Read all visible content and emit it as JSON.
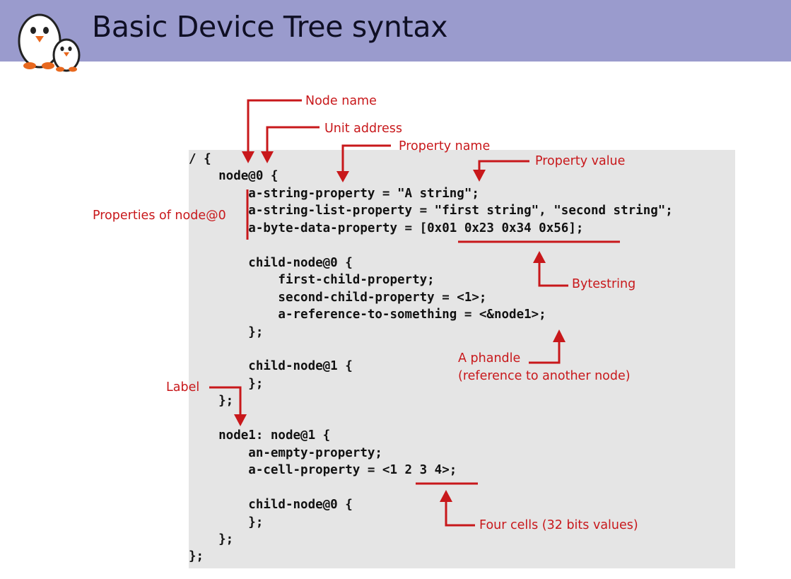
{
  "header": {
    "title": "Basic Device Tree syntax",
    "logo_icon": "penguin-mascot-icon",
    "bar_color": "#9a9bcd"
  },
  "code": {
    "lines": [
      "/ {",
      "    node@0 {",
      "        a-string-property = \"A string\";",
      "        a-string-list-property = \"first string\", \"second string\";",
      "        a-byte-data-property = [0x01 0x23 0x34 0x56];",
      "",
      "        child-node@0 {",
      "            first-child-property;",
      "            second-child-property = <1>;",
      "            a-reference-to-something = <&node1>;",
      "        };",
      "",
      "        child-node@1 {",
      "        };",
      "    };",
      "",
      "    node1: node@1 {",
      "        an-empty-property;",
      "        a-cell-property = <1 2 3 4>;",
      "",
      "        child-node@0 {",
      "        };",
      "    };",
      "};"
    ]
  },
  "annotations": {
    "node_name": "Node name",
    "unit_address": "Unit address",
    "property_name": "Property name",
    "property_value": "Property value",
    "properties_of_node0": "Properties of node@0",
    "bytestring": "Bytestring",
    "phandle_line1": "A phandle",
    "phandle_line2": "(reference to another node)",
    "label": "Label",
    "four_cells": "Four cells (32 bits values)"
  },
  "colors": {
    "annotation": "#c8181b",
    "code_background": "#e5e5e5"
  }
}
